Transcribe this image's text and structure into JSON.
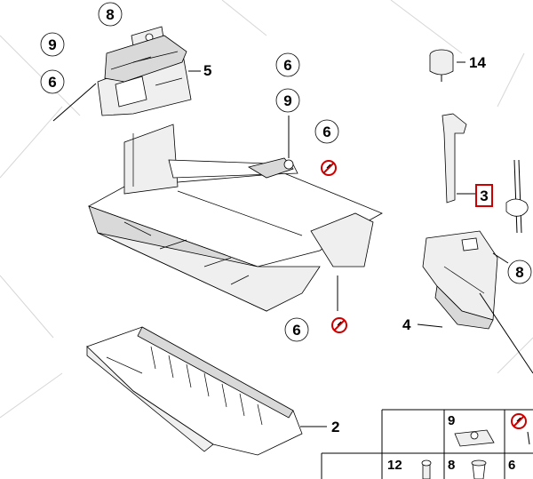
{
  "callouts": {
    "c8_top": "8",
    "c9_left": "9",
    "c6_left": "6",
    "c5": "5",
    "c6_mid": "6",
    "c9_mid": "9",
    "c6_right": "6",
    "c14": "14",
    "c3": "3",
    "c8_right": "8",
    "c4": "4",
    "c6_bottom": "6",
    "c2": "2"
  },
  "table": {
    "row1": [
      "9",
      ""
    ],
    "row2": [
      "12",
      "8",
      "6"
    ]
  },
  "colors": {
    "not_reusable_symbol": "#cc0000",
    "callout_highlight_box": "#cc0000"
  }
}
